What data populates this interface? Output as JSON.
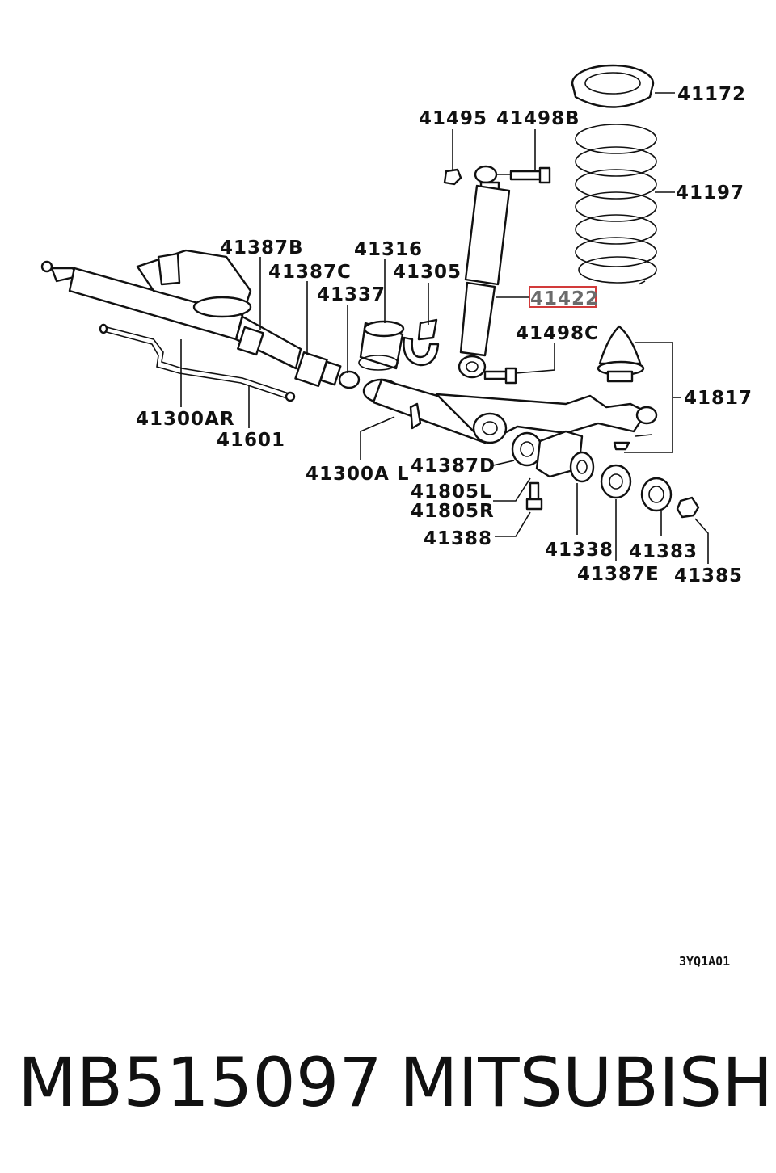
{
  "callouts": {
    "c41172": "41172",
    "c41495": "41495",
    "c41498B": "41498B",
    "c41197": "41197",
    "c41387B": "41387B",
    "c41316": "41316",
    "c41387C": "41387C",
    "c41305": "41305",
    "c41337": "41337",
    "c41422": "41422",
    "c41498C": "41498C",
    "c41817": "41817",
    "c41300AR": "41300AR",
    "c41601": "41601",
    "c41300AL": "41300A L",
    "c41387D": "41387D",
    "c41805L": "41805L",
    "c41805R": "41805R",
    "c41388": "41388",
    "c41338": "41338",
    "c41383": "41383",
    "c41387E": "41387E",
    "c41385": "41385"
  },
  "highlighted_part": "41422",
  "highlight_color": "#d23a3a",
  "diagram_code": "3YQ1A01",
  "footer": {
    "part_number": "MB515097",
    "brand": "MITSUBISHI"
  }
}
